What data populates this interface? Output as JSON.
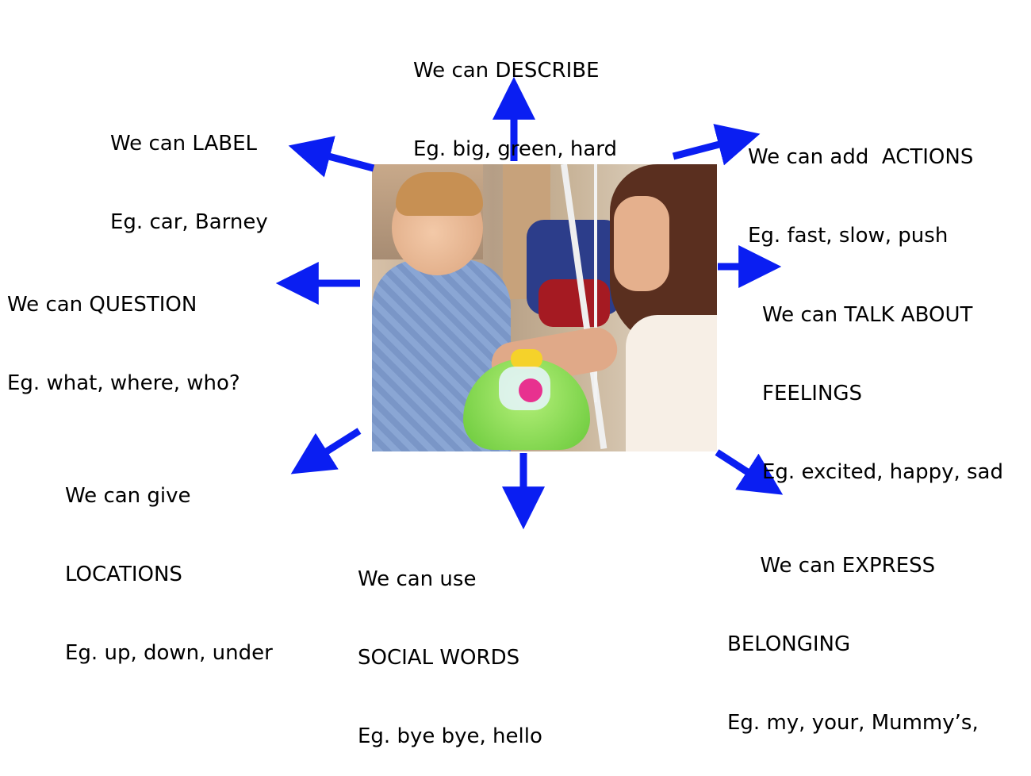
{
  "center_image": {
    "name": "child-and-adult-playing-with-toy"
  },
  "arrow_color": "#0a1ef2",
  "labels": {
    "describe": {
      "line1": "We can DESCRIBE",
      "line2": "Eg. big, green, hard"
    },
    "label": {
      "line1": "We can LABEL",
      "line2": "Eg. car, Barney"
    },
    "actions": {
      "line1": "We can add  ACTIONS",
      "line2": "Eg. fast, slow, push"
    },
    "question": {
      "line1": "We can QUESTION",
      "line2": "Eg. what, where, who?"
    },
    "feelings": {
      "line1": "We can TALK ABOUT",
      "line2": "FEELINGS",
      "line3": "Eg. excited, happy, sad"
    },
    "locations": {
      "line1": "We can give",
      "line2": "LOCATIONS",
      "line3": "Eg. up, down, under"
    },
    "social": {
      "line1": "We can use",
      "line2": "SOCIAL WORDS",
      "line3": "Eg. bye bye, hello"
    },
    "belonging": {
      "line1": "     We can EXPRESS",
      "line2": "BELONGING",
      "line3": "Eg. my, your, Mummy’s,"
    }
  }
}
